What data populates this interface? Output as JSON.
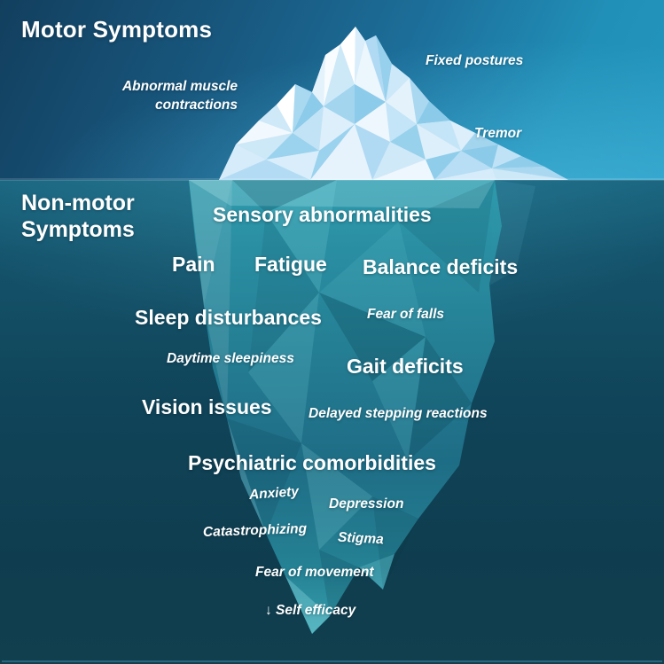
{
  "motor_section": {
    "header": "Motor Symptoms",
    "symptoms": [
      {
        "id": "abnormal-muscle-contractions",
        "text": "Abnormal muscle\ncontractions"
      },
      {
        "id": "fixed-postures",
        "text": "Fixed postures"
      },
      {
        "id": "tremor",
        "text": "Tremor"
      }
    ]
  },
  "non_motor_section": {
    "header": "Non-motor\nSymptoms",
    "primary_symptoms": [
      {
        "id": "sensory-abnormalities",
        "text": "Sensory abnormalities"
      },
      {
        "id": "pain",
        "text": "Pain"
      },
      {
        "id": "fatigue",
        "text": "Fatigue"
      },
      {
        "id": "balance-deficits",
        "text": "Balance deficits"
      },
      {
        "id": "sleep-disturbances",
        "text": "Sleep disturbances"
      },
      {
        "id": "gait-deficits",
        "text": "Gait deficits"
      },
      {
        "id": "vision-issues",
        "text": "Vision issues"
      },
      {
        "id": "psychiatric-comorbidities",
        "text": "Psychiatric comorbidities"
      }
    ],
    "secondary_symptoms": [
      {
        "id": "fear-of-falls",
        "text": "Fear of falls"
      },
      {
        "id": "daytime-sleepiness",
        "text": "Daytime sleepiness"
      },
      {
        "id": "delayed-stepping-reactions",
        "text": "Delayed stepping reactions"
      },
      {
        "id": "anxiety",
        "text": "Anxiety"
      },
      {
        "id": "depression",
        "text": "Depression"
      },
      {
        "id": "catastrophizing",
        "text": "Catastrophizing"
      },
      {
        "id": "stigma",
        "text": "Stigma"
      },
      {
        "id": "fear-of-movement",
        "text": "Fear of movement"
      },
      {
        "id": "self-efficacy",
        "text": "↓ Self efficacy"
      }
    ]
  },
  "colors": {
    "sky_top": "#123f5e",
    "sky_light": "#2496be",
    "sea_top": "#1a647f",
    "sea_bottom": "#123f4e",
    "ice_above": "#cde8f7",
    "ice_below": "#2e98aa",
    "text": "#ffffff"
  }
}
